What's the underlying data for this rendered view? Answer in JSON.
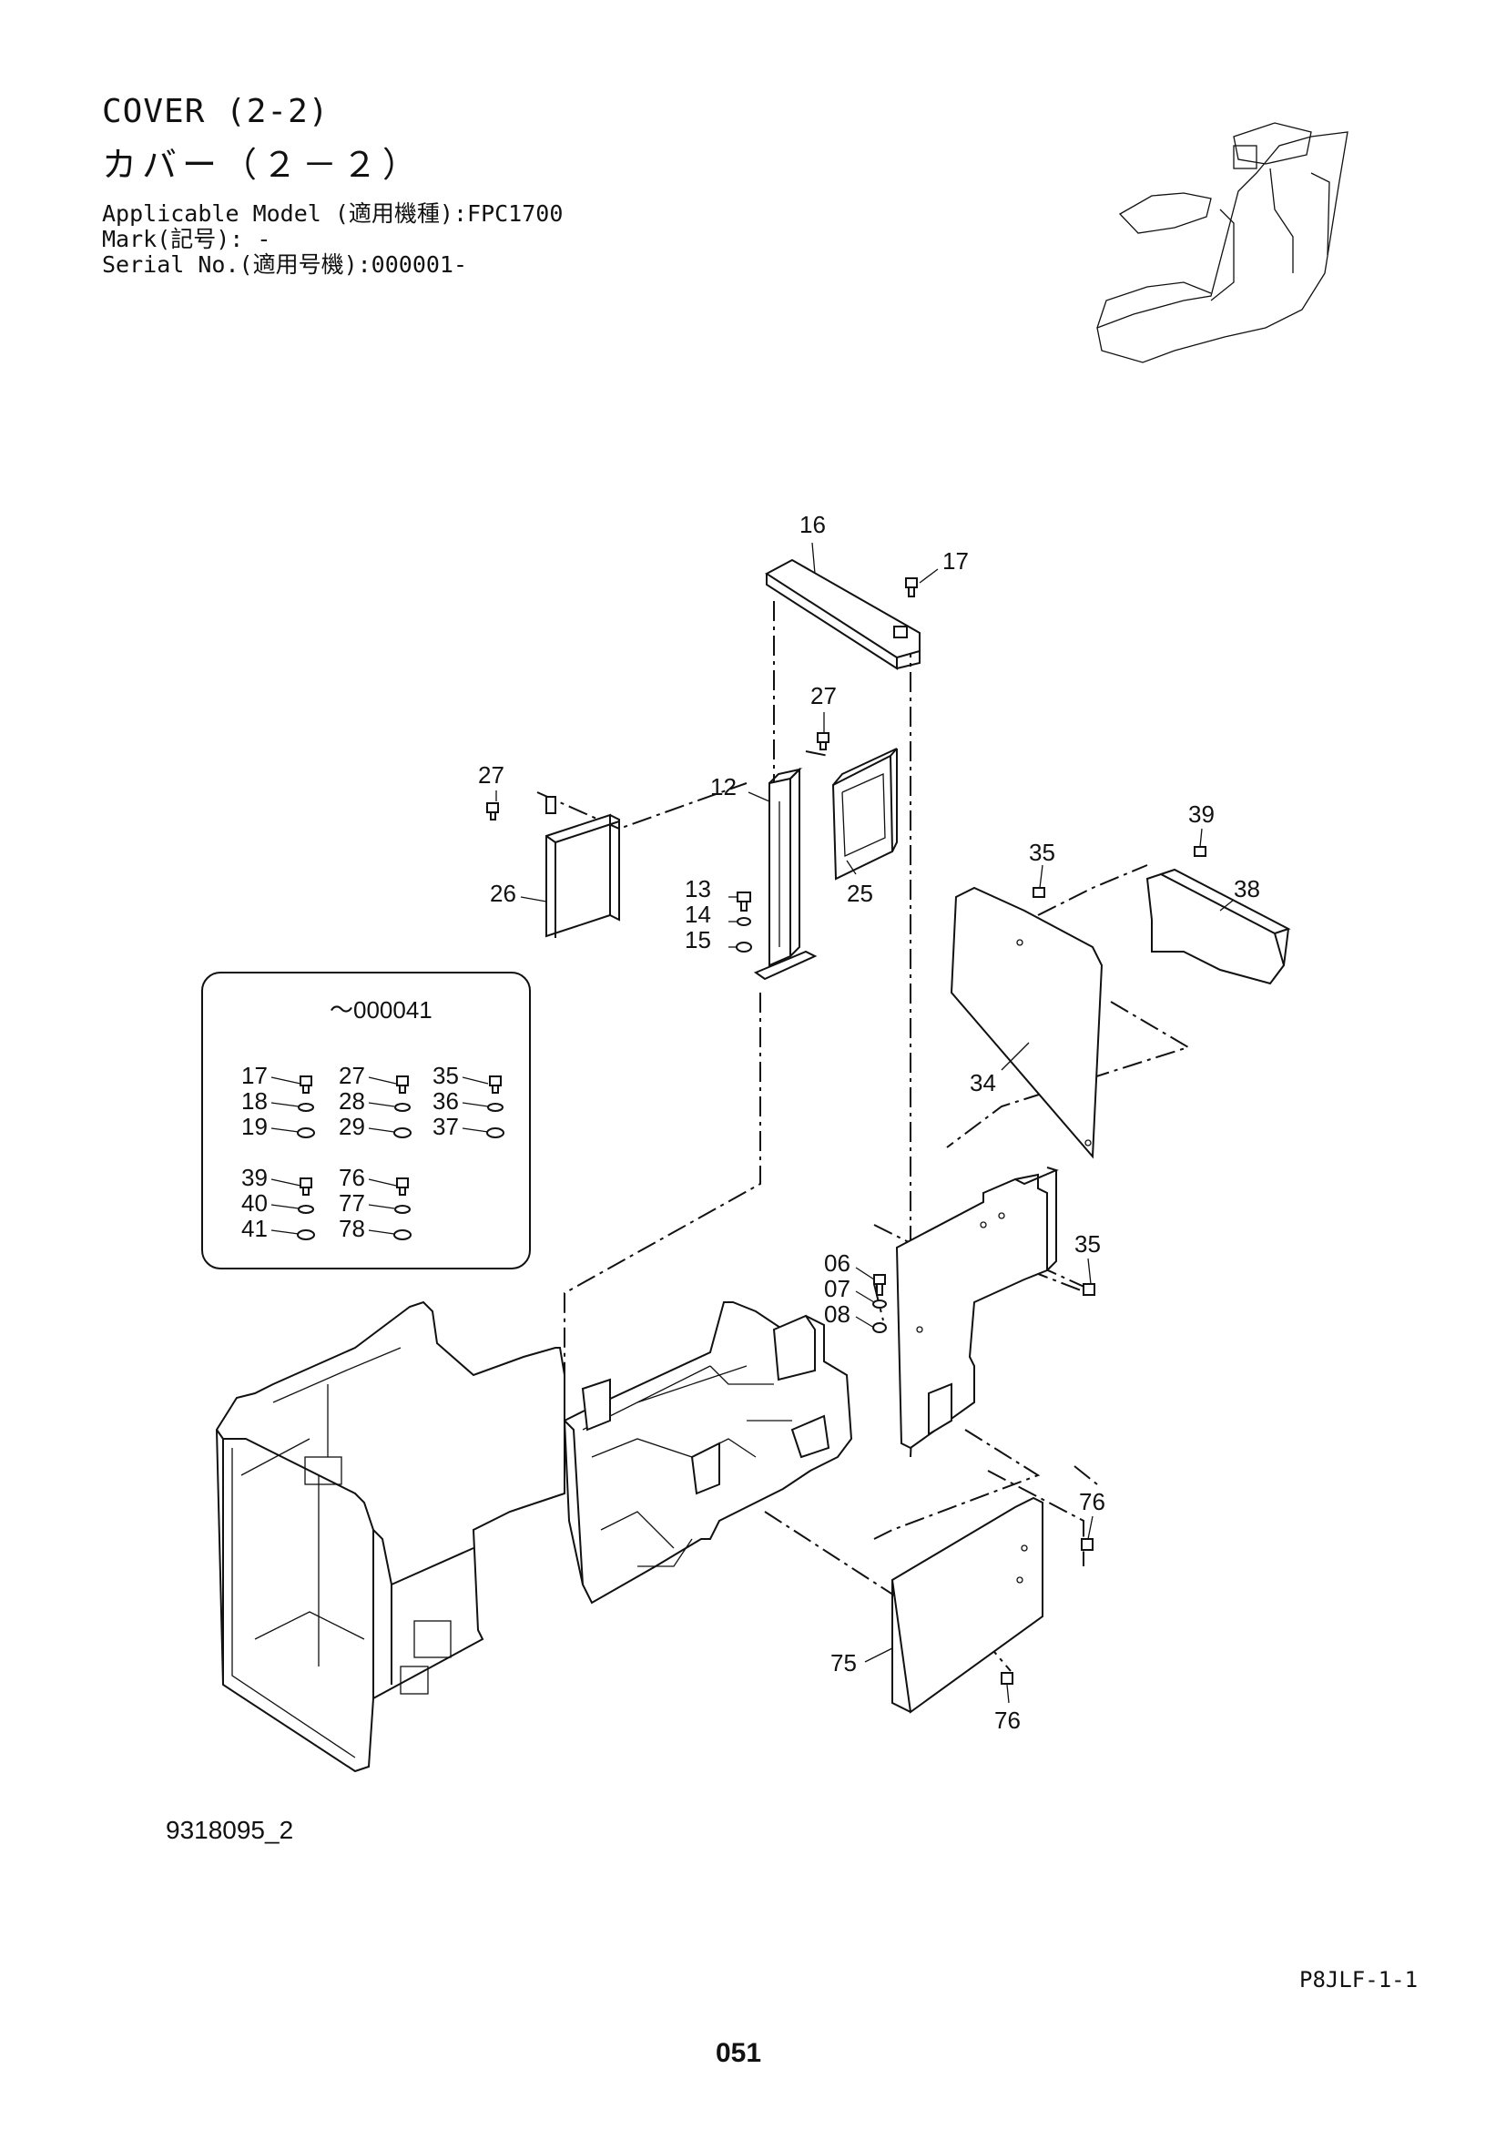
{
  "header": {
    "title_en": "COVER (2-2)",
    "title_jp": "カバー（２－２）",
    "applicable_model": "Applicable Model (適用機種):FPC1700",
    "mark": "Mark(記号): -",
    "serial_no": "Serial No.(適用号機):000001-"
  },
  "callouts": {
    "c16": "16",
    "c17": "17",
    "c27a": "27",
    "c27b": "27",
    "c12": "12",
    "c26": "26",
    "c25": "25",
    "c13": "13",
    "c14": "14",
    "c15": "15",
    "c39": "39",
    "c35a": "35",
    "c38": "38",
    "c34": "34",
    "c06": "06",
    "c07": "07",
    "c08": "08",
    "c35b": "35",
    "c76a": "76",
    "c75": "75",
    "c76b": "76"
  },
  "inset": {
    "heading": "～000041",
    "items": [
      "17",
      "18",
      "19",
      "27",
      "28",
      "29",
      "35",
      "36",
      "37",
      "39",
      "40",
      "41",
      "76",
      "77",
      "78"
    ]
  },
  "footer": {
    "drawing_no": "9318095_2",
    "page_code": "P8JLF-1-1",
    "page_number": "051"
  }
}
